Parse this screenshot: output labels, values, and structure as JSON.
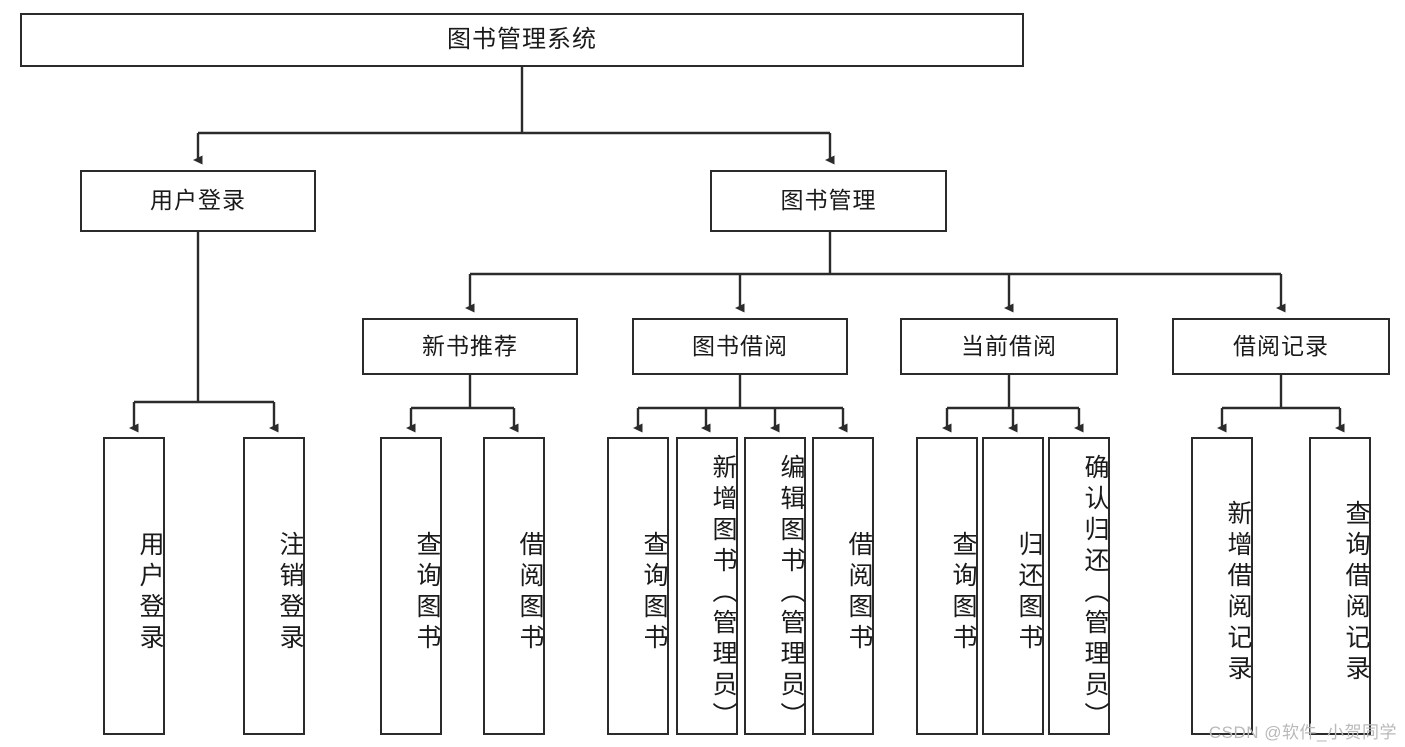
{
  "diagram": {
    "title": "图书管理系统",
    "type": "tree-hierarchy",
    "colors": {
      "background": "#ffffff",
      "box_border": "#2b2b2b",
      "box_fill": "#ffffff",
      "text": "#1a1a1a",
      "connector": "#2b2b2b",
      "watermark": "#b9b9b9"
    },
    "root": {
      "label": "图书管理系统"
    },
    "level1": [
      {
        "label": "用户登录"
      },
      {
        "label": "图书管理"
      }
    ],
    "level2": [
      {
        "label": "新书推荐"
      },
      {
        "label": "图书借阅"
      },
      {
        "label": "当前借阅"
      },
      {
        "label": "借阅记录"
      }
    ],
    "leaves": {
      "user_login": [
        {
          "label": "用户登录"
        },
        {
          "label": "注销登录"
        }
      ],
      "new_book_recommend": [
        {
          "label": "查询图书"
        },
        {
          "label": "借阅图书"
        }
      ],
      "book_borrow": [
        {
          "label": "查询图书"
        },
        {
          "label": "新增图书（管理员）"
        },
        {
          "label": "编辑图书（管理员）"
        },
        {
          "label": "借阅图书"
        }
      ],
      "current_borrow": [
        {
          "label": "查询图书"
        },
        {
          "label": "归还图书"
        },
        {
          "label": "确认归还（管理员）"
        }
      ],
      "borrow_record": [
        {
          "label": "新增借阅记录"
        },
        {
          "label": "查询借阅记录"
        }
      ]
    }
  },
  "watermark": {
    "text": "CSDN @软件_小贺同学"
  }
}
